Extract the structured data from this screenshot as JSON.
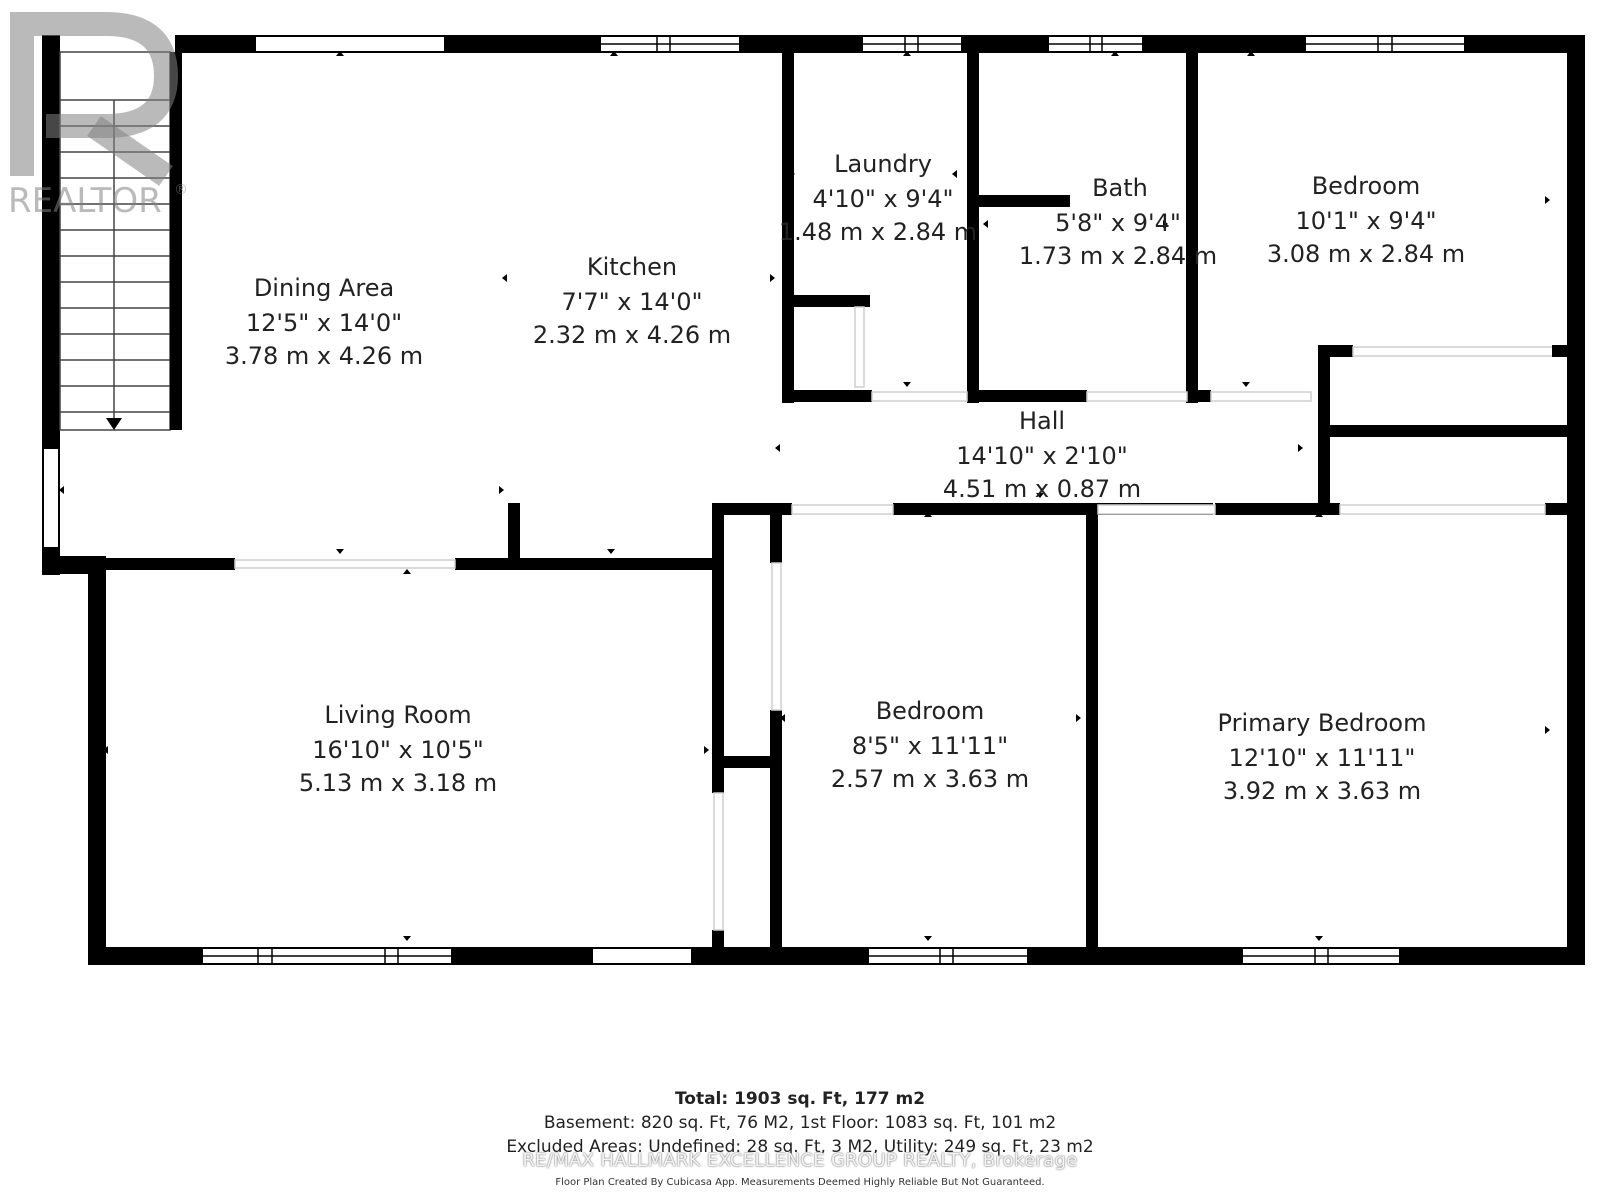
{
  "watermark": {
    "brand": "REALTOR",
    "mark": "®"
  },
  "rooms": [
    {
      "id": "dining",
      "name": "Dining Area",
      "imperial": "12'5\" x 14'0\"",
      "metric": "3.78 m x 4.26 m"
    },
    {
      "id": "kitchen",
      "name": "Kitchen",
      "imperial": "7'7\" x 14'0\"",
      "metric": "2.32 m x 4.26 m"
    },
    {
      "id": "laundry",
      "name": "Laundry",
      "imperial": "4'10\" x 9'4\"",
      "metric": "1.48 m x 2.84 m"
    },
    {
      "id": "bath",
      "name": "Bath",
      "imperial": "5'8\" x 9'4\"",
      "metric": "1.73 m x 2.84 m"
    },
    {
      "id": "bedroom-top",
      "name": "Bedroom",
      "imperial": "10'1\" x 9'4\"",
      "metric": "3.08 m x 2.84 m"
    },
    {
      "id": "hall",
      "name": "Hall",
      "imperial": "14'10\" x 2'10\"",
      "metric": "4.51 m x 0.87 m"
    },
    {
      "id": "living",
      "name": "Living Room",
      "imperial": "16'10\" x 10'5\"",
      "metric": "5.13 m x 3.18 m"
    },
    {
      "id": "bedroom-bottom",
      "name": "Bedroom",
      "imperial": "8'5\" x 11'11\"",
      "metric": "2.57 m x 3.63 m"
    },
    {
      "id": "primary",
      "name": "Primary Bedroom",
      "imperial": "12'10\" x 11'11\"",
      "metric": "3.92 m x 3.63 m"
    }
  ],
  "footer": {
    "total": "Total: 1903 sq. Ft, 177 m2",
    "breakdown1": "Basement: 820 sq. Ft, 76 M2, 1st Floor: 1083 sq. Ft, 101 m2",
    "breakdown2": "Excluded Areas: Undefined: 28 sq. Ft, 3 M2, Utility: 249 sq. Ft, 23 m2",
    "brokerage": "RE/MAX HALLMARK EXCELLENCE GROUP REALTY, Brokerage",
    "disclaimer": "Floor Plan Created By Cubicasa App. Measurements Deemed Highly Reliable But Not Guaranteed."
  }
}
